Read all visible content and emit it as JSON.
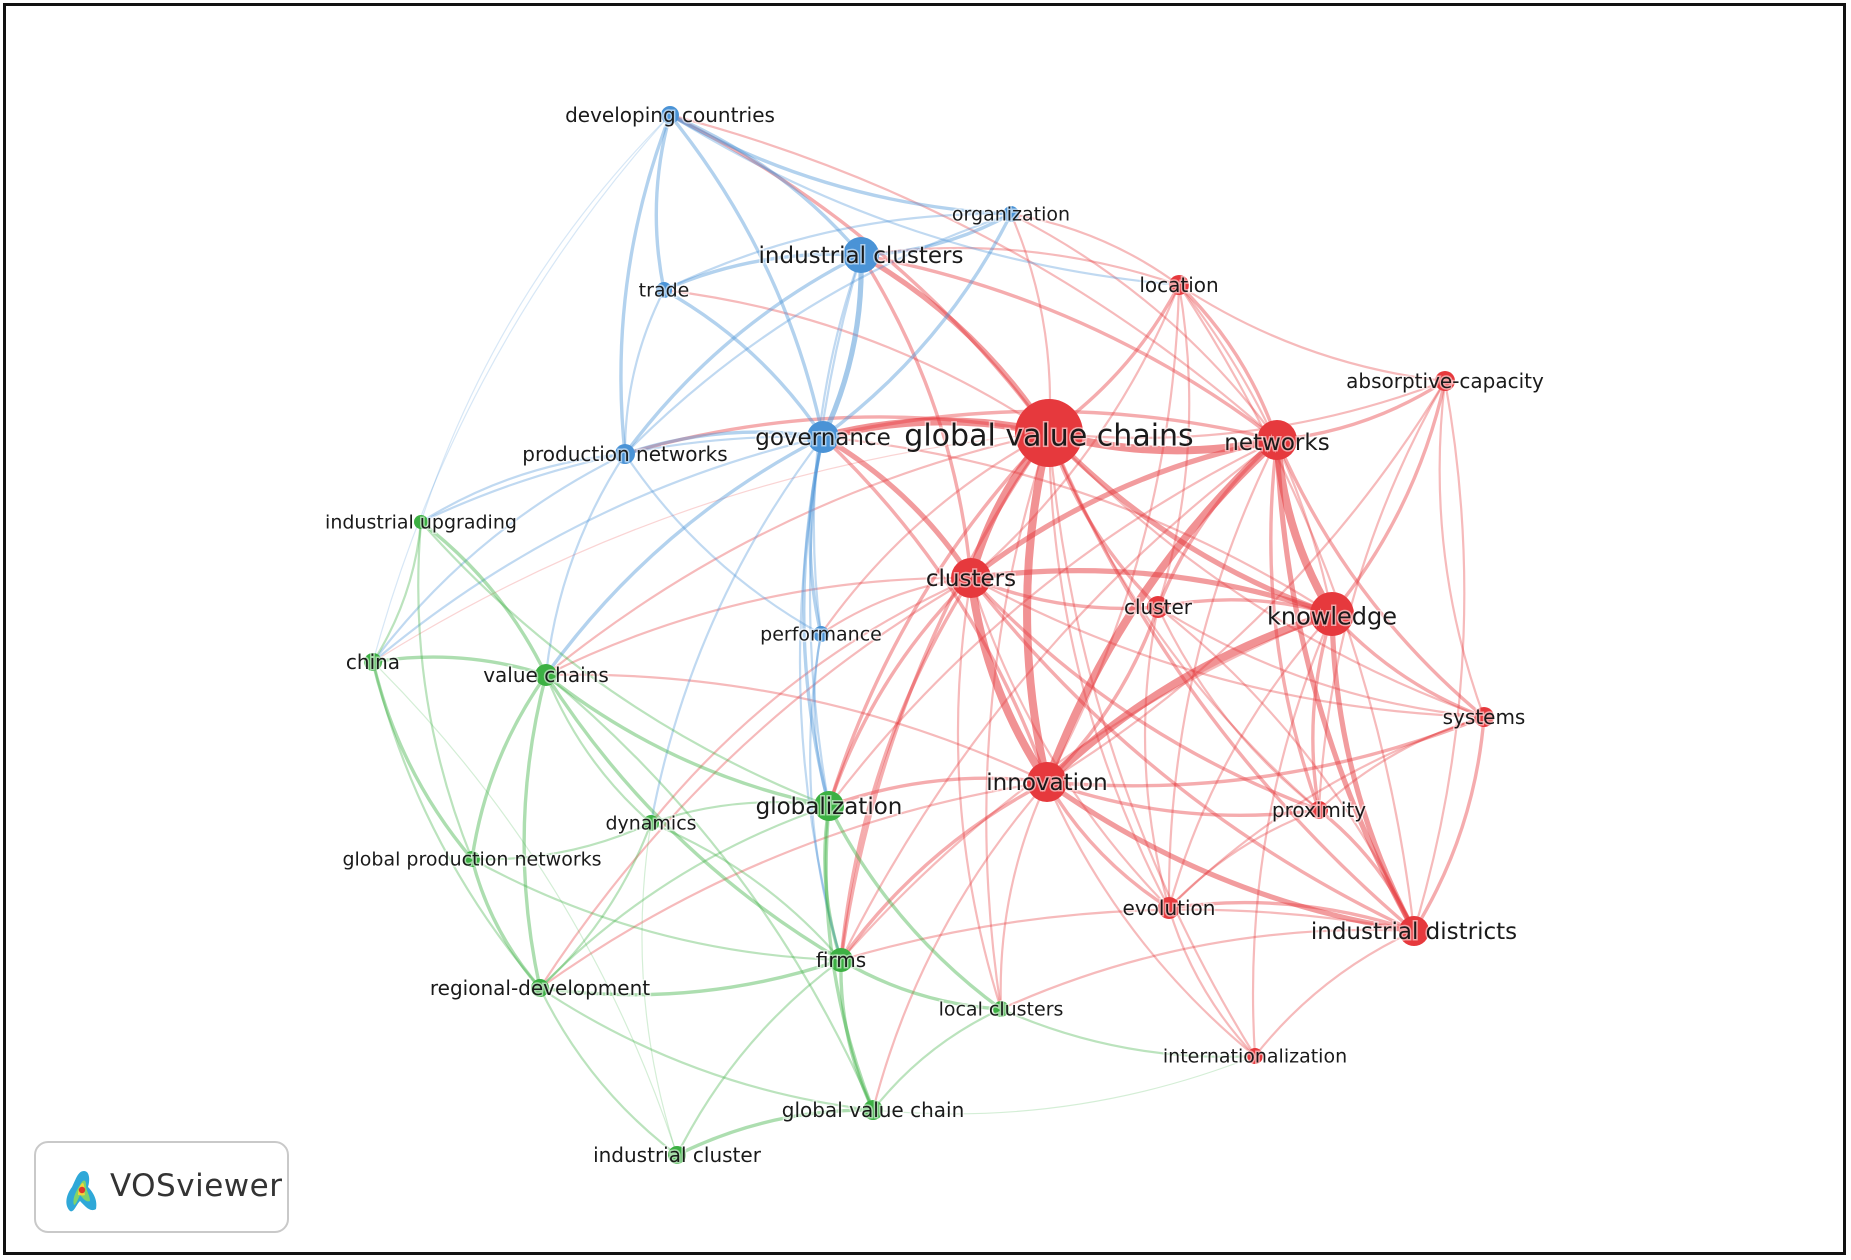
{
  "colors": {
    "cluster_red": "#e6393d",
    "cluster_green": "#3cb043",
    "cluster_blue": "#4a93d6"
  },
  "badge": {
    "logo_icon": "vosviewer-logo-icon",
    "text": "VOSviewer"
  },
  "network": {
    "nodes": [
      {
        "id": "global value chains",
        "label": "global value chains",
        "cluster": "red"
      },
      {
        "id": "networks",
        "label": "networks",
        "cluster": "red"
      },
      {
        "id": "knowledge",
        "label": "knowledge",
        "cluster": "red"
      },
      {
        "id": "clusters",
        "label": "clusters",
        "cluster": "red"
      },
      {
        "id": "innovation",
        "label": "innovation",
        "cluster": "red"
      },
      {
        "id": "cluster",
        "label": "cluster",
        "cluster": "red"
      },
      {
        "id": "location",
        "label": "location",
        "cluster": "red"
      },
      {
        "id": "absorptive-capacity",
        "label": "absorptive-capacity",
        "cluster": "red"
      },
      {
        "id": "systems",
        "label": "systems",
        "cluster": "red"
      },
      {
        "id": "proximity",
        "label": "proximity",
        "cluster": "red"
      },
      {
        "id": "evolution",
        "label": "evolution",
        "cluster": "red"
      },
      {
        "id": "industrial districts",
        "label": "industrial districts",
        "cluster": "red"
      },
      {
        "id": "internationalization",
        "label": "internationalization",
        "cluster": "red"
      },
      {
        "id": "developing countries",
        "label": "developing countries",
        "cluster": "blue"
      },
      {
        "id": "organization",
        "label": "organization",
        "cluster": "blue"
      },
      {
        "id": "industrial clusters",
        "label": "industrial clusters",
        "cluster": "blue"
      },
      {
        "id": "trade",
        "label": "trade",
        "cluster": "blue"
      },
      {
        "id": "governance",
        "label": "governance",
        "cluster": "blue"
      },
      {
        "id": "production networks",
        "label": "production networks",
        "cluster": "blue"
      },
      {
        "id": "performance",
        "label": "performance",
        "cluster": "blue"
      },
      {
        "id": "industrial upgrading",
        "label": "industrial upgrading",
        "cluster": "green"
      },
      {
        "id": "china",
        "label": "china",
        "cluster": "green"
      },
      {
        "id": "value chains",
        "label": "value chains",
        "cluster": "green"
      },
      {
        "id": "dynamics",
        "label": "dynamics",
        "cluster": "green"
      },
      {
        "id": "globalization",
        "label": "globalization",
        "cluster": "green"
      },
      {
        "id": "global production networks",
        "label": "global production networks",
        "cluster": "green"
      },
      {
        "id": "regional-development",
        "label": "regional-development",
        "cluster": "green"
      },
      {
        "id": "firms",
        "label": "firms",
        "cluster": "green"
      },
      {
        "id": "local clusters",
        "label": "local clusters",
        "cluster": "green"
      },
      {
        "id": "global value chain",
        "label": "global value chain",
        "cluster": "green"
      },
      {
        "id": "industrial cluster",
        "label": "industrial cluster",
        "cluster": "green"
      }
    ]
  }
}
